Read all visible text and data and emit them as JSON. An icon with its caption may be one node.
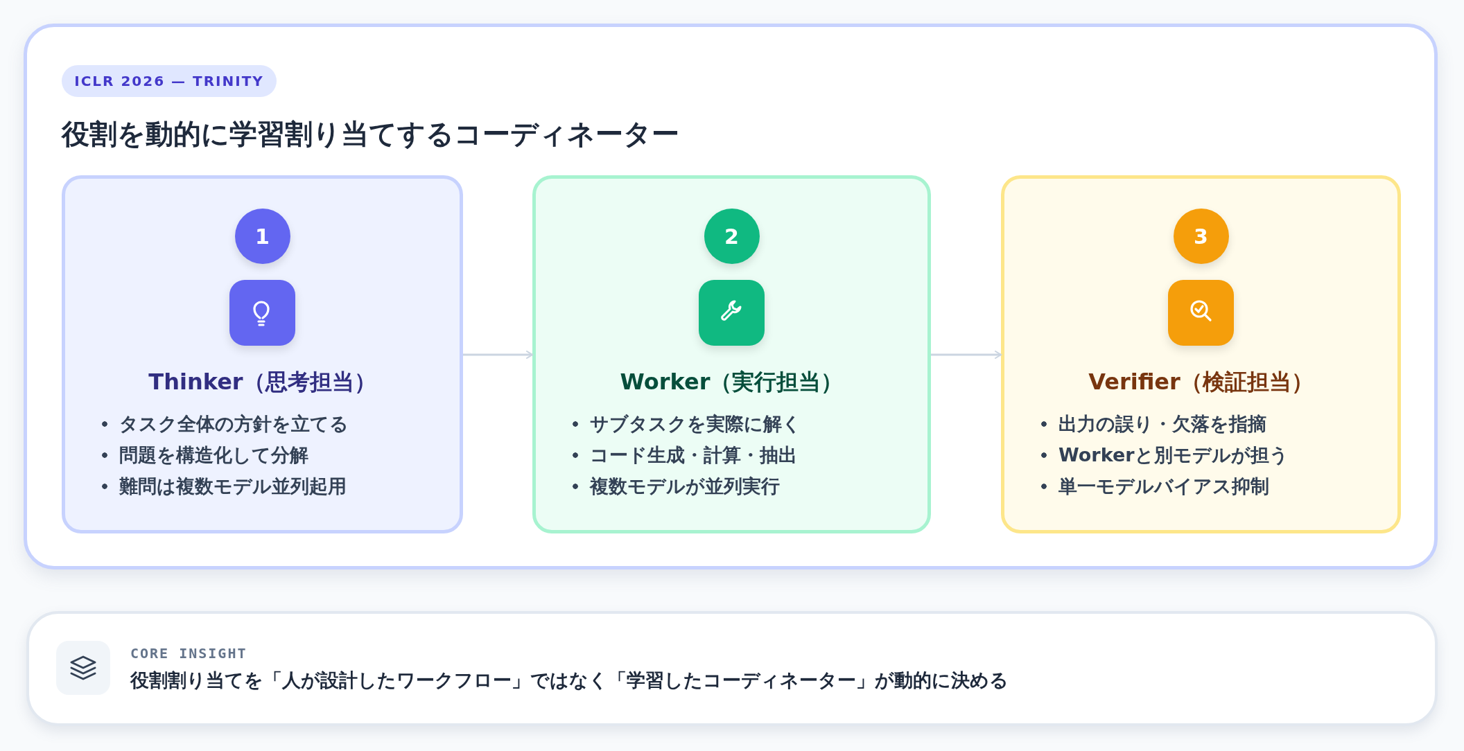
{
  "diagram": {
    "title": "役割を動的に学習割り当てするコーディネーター",
    "nodes": [
      {
        "text": [
          "ICLR 2026 — TRINITY"
        ]
      },
      {
        "text": [
          "Thinker（思考担当）",
          "タスク全体の方針を立てる",
          "問題を構造化して分解",
          "難問は複数モデル並列起用"
        ]
      },
      {
        "text": [
          "1"
        ],
        "in": 1
      },
      {
        "text": [
          "Worker（実行担当）",
          "サブタスクを実際に解く",
          "コード生成・計算・抽出",
          "複数モデルが並列実行"
        ]
      },
      {
        "text": [
          "2"
        ],
        "in": 3
      },
      {
        "text": [
          "Verifier（検証担当）",
          "出力の誤り・欠落を指摘",
          "Workerと別モデルが担う",
          "単一モデルバイアス抑制"
        ]
      },
      {
        "text": [
          "3"
        ],
        "in": 5
      },
      {
        "text": [
          "CORE INSIGHT",
          "役割割り当てを「人が設計したワークフロー」ではなく「学習したコーディネーター」が動的に決める"
        ]
      }
    ],
    "edges": [
      {
        "from": 1,
        "to": 3,
        "arrow": "to"
      },
      {
        "from": 3,
        "to": 5,
        "arrow": "to"
      }
    ]
  }
}
